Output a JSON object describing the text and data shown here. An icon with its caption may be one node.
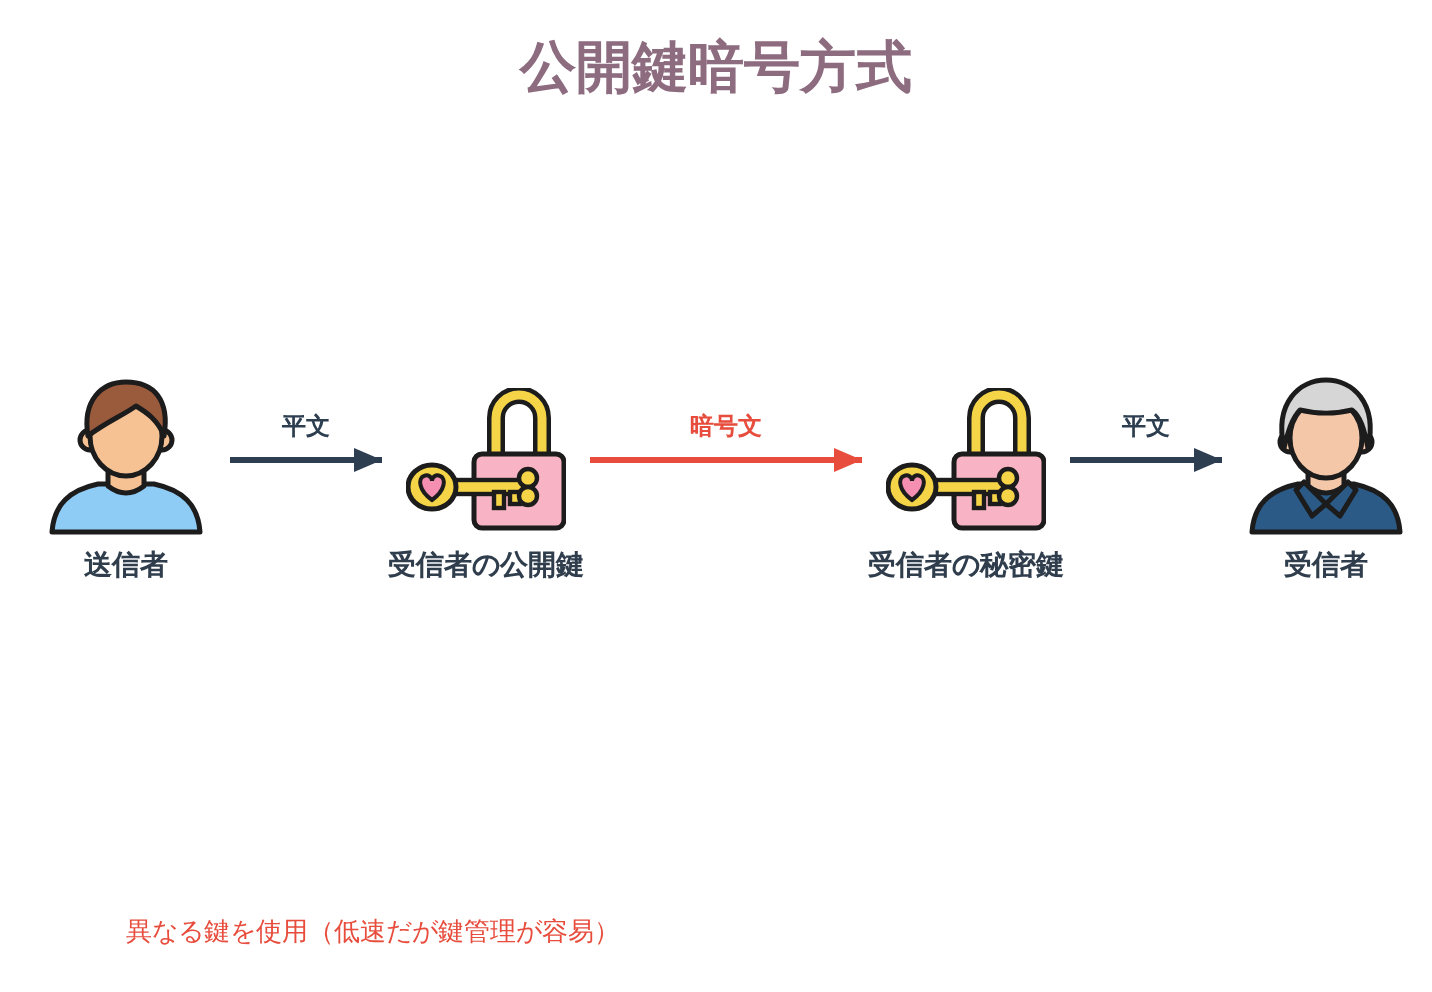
{
  "diagram": {
    "title": "公開鍵暗号方式",
    "nodes": [
      {
        "text": [
          "送信者"
        ]
      },
      {
        "text": [
          "受信者の公開鍵"
        ]
      },
      {
        "text": [
          "受信者の秘密鍵"
        ]
      },
      {
        "text": [
          "受信者"
        ]
      }
    ],
    "edges": [
      {
        "from": 0,
        "to": 1,
        "arrow": "to",
        "label": "平文"
      },
      {
        "from": 1,
        "to": 2,
        "arrow": "to",
        "label": "暗号文",
        "color": "#e74c3c"
      },
      {
        "from": 2,
        "to": 3,
        "arrow": "to",
        "label": "平文"
      }
    ],
    "labels": [
      "異なる鍵を使用（低速だが鍵管理が容易）"
    ]
  }
}
